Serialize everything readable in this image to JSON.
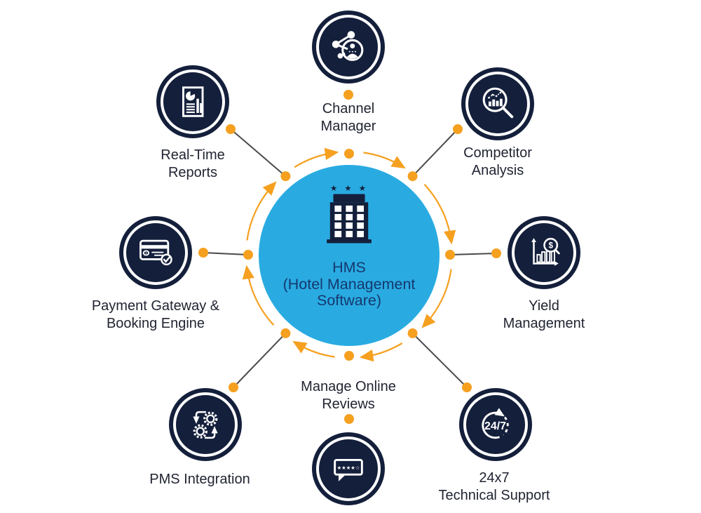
{
  "center": {
    "title": "HMS",
    "subtitle_line1": "(Hotel Management",
    "subtitle_line2": "Software)",
    "stars": "★ ★ ★"
  },
  "nodes": [
    {
      "id": "channel-manager",
      "icon": "network-share-icon",
      "label_line1": "Channel",
      "label_line2": "Manager"
    },
    {
      "id": "competitor-analysis",
      "icon": "search-chart-icon",
      "label_line1": "Competitor",
      "label_line2": "Analysis"
    },
    {
      "id": "yield-management",
      "icon": "chart-dollar-search-icon",
      "label_line1": "Yield",
      "label_line2": "Management"
    },
    {
      "id": "technical-support-24x7",
      "icon": "24-7-arrows-icon",
      "icon_text": "24/7",
      "label_line1": "24x7",
      "label_line2": "Technical Support"
    },
    {
      "id": "manage-online-reviews",
      "icon": "review-bubble-stars-icon",
      "icon_text": "★★★★☆",
      "label_line1": "Manage Online",
      "label_line2": "Reviews"
    },
    {
      "id": "pms-integration",
      "icon": "gears-sync-icon",
      "label_line1": "PMS Integration"
    },
    {
      "id": "payment-gateway-booking-engine",
      "icon": "credit-card-check-icon",
      "label_line1": "Payment Gateway &",
      "label_line2": "Booking Engine"
    },
    {
      "id": "real-time-reports",
      "icon": "report-document-icon",
      "label_line1": "Real-Time",
      "label_line2": "Reports"
    }
  ],
  "icon_texts": {
    "dollar": "$"
  },
  "colors": {
    "hub_fill": "#29ABE2",
    "node_fill": "#141F3B",
    "accent_orange": "#F5A01F",
    "connector_gray": "#4A4A4C",
    "hub_text": "#15396E",
    "label_text": "#212532"
  }
}
